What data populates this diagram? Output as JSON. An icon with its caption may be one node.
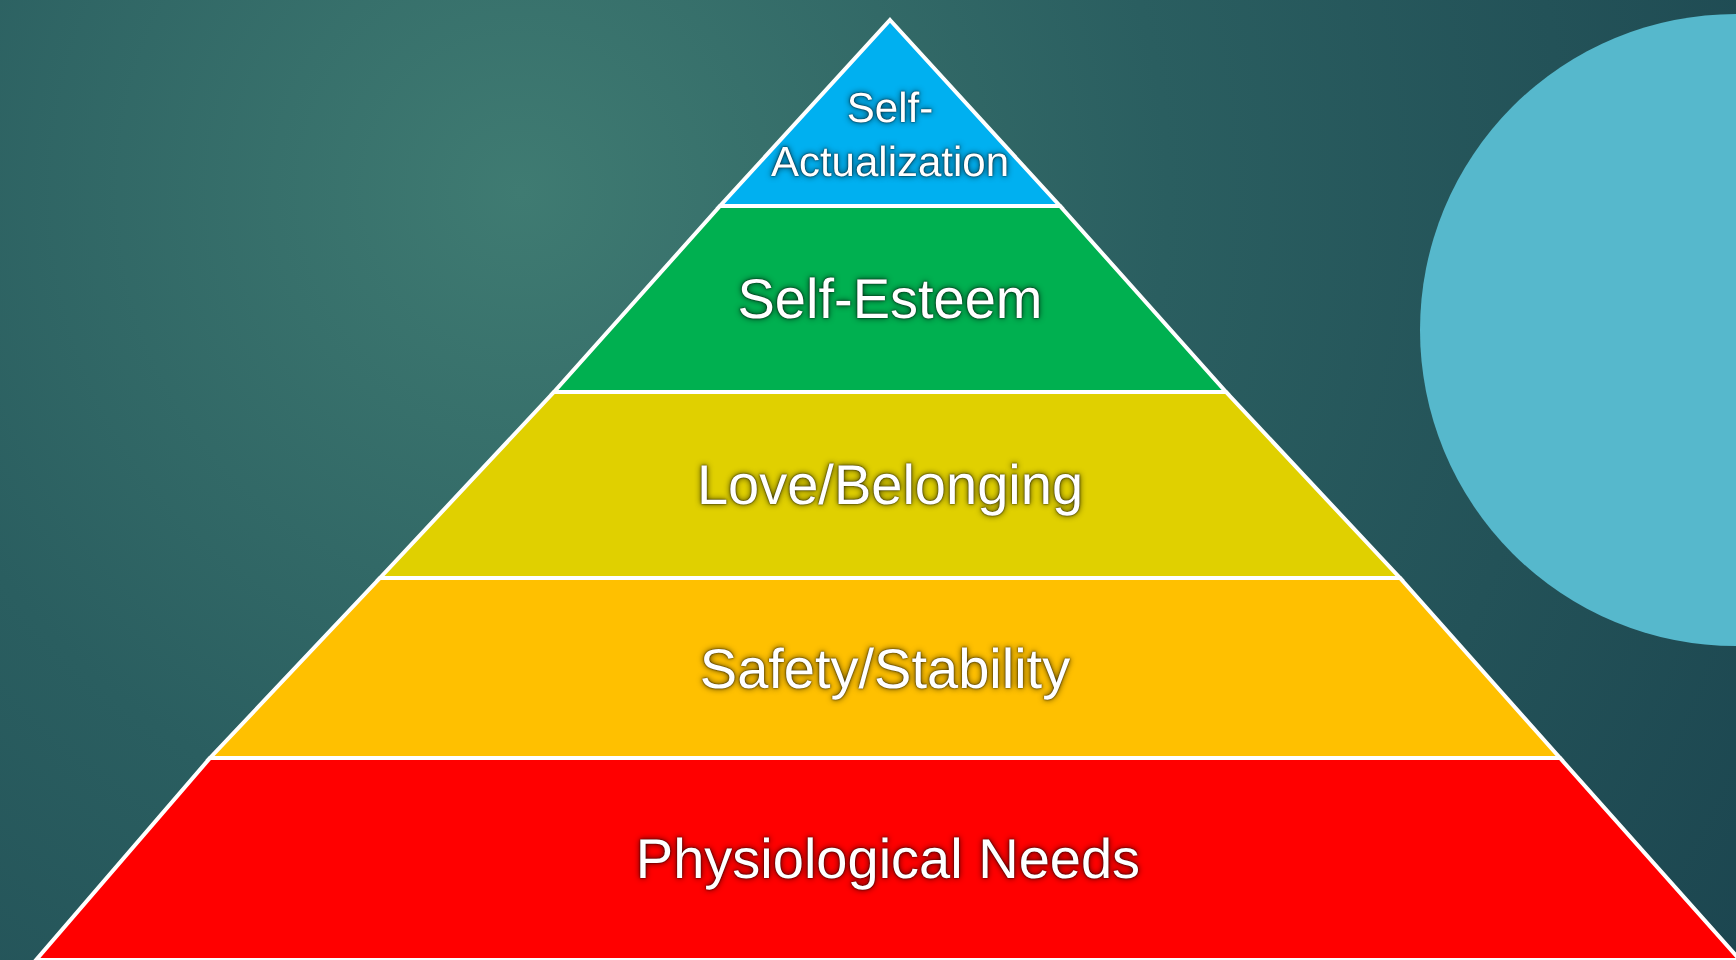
{
  "diagram": {
    "nodes": [
      {
        "text": [
          "Self-Actualization"
        ]
      },
      {
        "text": [
          "Self-Esteem"
        ]
      },
      {
        "text": [
          "Love/Belonging"
        ]
      },
      {
        "text": [
          "Safety/Stability"
        ]
      },
      {
        "text": [
          "Physiological Needs"
        ]
      }
    ]
  }
}
